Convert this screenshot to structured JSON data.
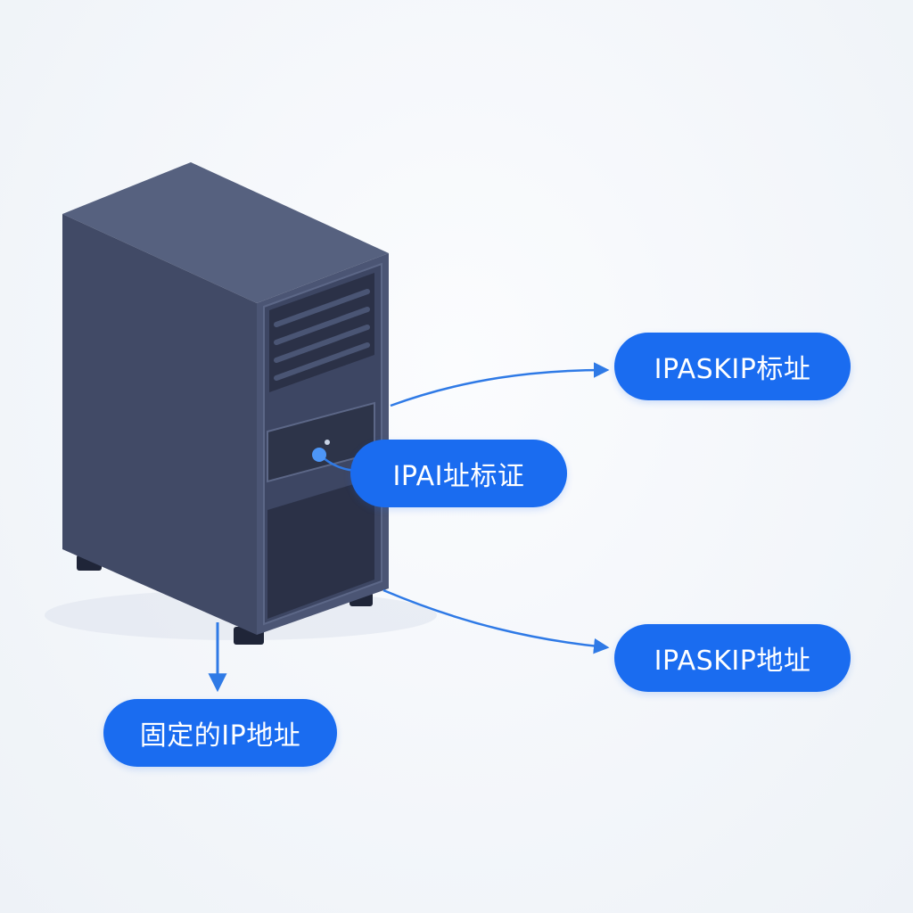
{
  "labels": {
    "top_right": "IPASKIP标址",
    "middle": "IPAI址标证",
    "lower_right": "IPASKIP地址",
    "bottom_left": "固定的IP地址"
  },
  "colors": {
    "accent": "#1a6cf0",
    "server_dark": "#3b4460",
    "server_mid": "#4a5474",
    "server_light": "#5a6584",
    "connector": "#2f7ae6"
  }
}
